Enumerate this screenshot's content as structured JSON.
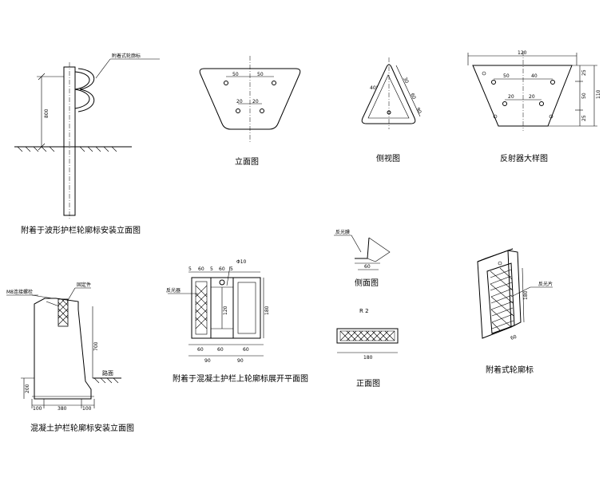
{
  "captions": {
    "guardrail_elevation": "附着于波形护栏轮廓标安装立面图",
    "elevation": "立面图",
    "side_view": "侧视图",
    "reflector_detail": "反射器大样图",
    "concrete_install": "混凝土护栏轮廓标安装立面图",
    "concrete_plan": "附着于混凝土护栏上轮廓标展开平面图",
    "side_elevation": "侧面图",
    "front_view": "正面图",
    "attached_delineator": "附着式轮廓标"
  },
  "labels": {
    "attached_delineator": "附着式轮廓标",
    "reflective_film": "反光膜",
    "bolt": "M8连接螺栓",
    "fixing_piece": "固定件",
    "road_surface": "路面",
    "reflector": "反光器",
    "reflective_sheet": "反光片",
    "phi": "Φ10",
    "r": "R 2"
  },
  "dims": {
    "post_height": "800",
    "elev_top_left": "50",
    "elev_top_right": "50",
    "elev_bot_left": "20",
    "elev_bot_right": "20",
    "detail_width": "120",
    "detail_top": "50",
    "detail_mid": "40",
    "detail_bot_left": "20",
    "detail_bot_right": "20",
    "detail_h1": "25",
    "detail_h2": "50",
    "detail_h3": "25",
    "detail_total_h": "110",
    "side_a": "30",
    "side_b": "60",
    "side_c": "90",
    "side_angle": "40°",
    "concrete_h": "700",
    "concrete_base_h": "200",
    "concrete_left": "100",
    "concrete_mid": "380",
    "concrete_right": "100",
    "plan_top": [
      "5",
      "60",
      "5",
      "60",
      "5"
    ],
    "plan_side": "180",
    "plan_inner": "120",
    "plan_bottom1": [
      "60",
      "60",
      "60"
    ],
    "plan_bottom2": [
      "90",
      "90"
    ],
    "side_elev_w": "60",
    "front_w": "180",
    "att_h": "180",
    "att_w": "60"
  }
}
